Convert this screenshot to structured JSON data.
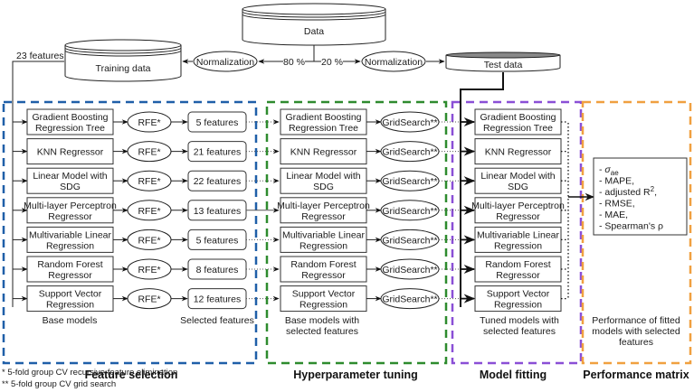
{
  "data_sources": {
    "data": "Data",
    "training": "Training data",
    "test": "Test data",
    "normalization_left": "Normalization",
    "normalization_right": "Normalization",
    "split_train": "80 %",
    "split_test": "20 %",
    "features_in": "23 features"
  },
  "models": [
    {
      "line1": "Gradient Boosting",
      "line2": "Regression Tree",
      "features": "5 features"
    },
    {
      "line1": "KNN Regressor",
      "line2": "",
      "features": "21 features"
    },
    {
      "line1": "Linear Model with",
      "line2": "SDG",
      "features": "22 features"
    },
    {
      "line1": "Multi-layer Perceptron",
      "line2": "Regressor",
      "features": "13 features"
    },
    {
      "line1": "Multivariable Linear",
      "line2": "Regression",
      "features": "5 features"
    },
    {
      "line1": "Random Forest",
      "line2": "Regressor",
      "features": "8 features"
    },
    {
      "line1": "Support Vector",
      "line2": "Regression",
      "features": "12 features"
    }
  ],
  "rfe_label": "RFE*",
  "grid_label": "GridSearch**",
  "stages": {
    "feature_selection": {
      "title": "Feature selection",
      "caption_left": "Base models",
      "caption_right": "Selected features",
      "color": "#1f5fa8"
    },
    "hyperparameter_tuning": {
      "title": "Hyperparameter tuning",
      "caption_1": "Base models with",
      "caption_2": "selected features",
      "color": "#2e8b2e"
    },
    "model_fitting": {
      "title": "Model fitting",
      "caption_1": "Tuned models with",
      "caption_2": "selected features",
      "color": "#8a4fd6"
    },
    "performance_matrix": {
      "title": "Performance matrix",
      "caption_1": "Performance of fitted",
      "caption_2": "models with selected",
      "caption_3": "features",
      "color": "#f0a040"
    }
  },
  "metrics": [
    {
      "prefix": "- ",
      "main": "σ",
      "sub": "ae",
      "sup": "",
      "suffix": ""
    },
    {
      "prefix": "- ",
      "main": "MAPE,",
      "sub": "",
      "sup": "",
      "suffix": ""
    },
    {
      "prefix": "- ",
      "main": "adjusted R",
      "sub": "",
      "sup": "2",
      "suffix": ","
    },
    {
      "prefix": "- ",
      "main": "RMSE,",
      "sub": "",
      "sup": "",
      "suffix": ""
    },
    {
      "prefix": "- ",
      "main": "MAE,",
      "sub": "",
      "sup": "",
      "suffix": ""
    },
    {
      "prefix": "- ",
      "main": "Spearman's ρ",
      "sub": "",
      "sup": "",
      "suffix": ""
    }
  ],
  "footnotes": {
    "rfe": "* 5-fold group CV recursive feature elimination",
    "grid": "** 5-fold group CV grid search"
  }
}
